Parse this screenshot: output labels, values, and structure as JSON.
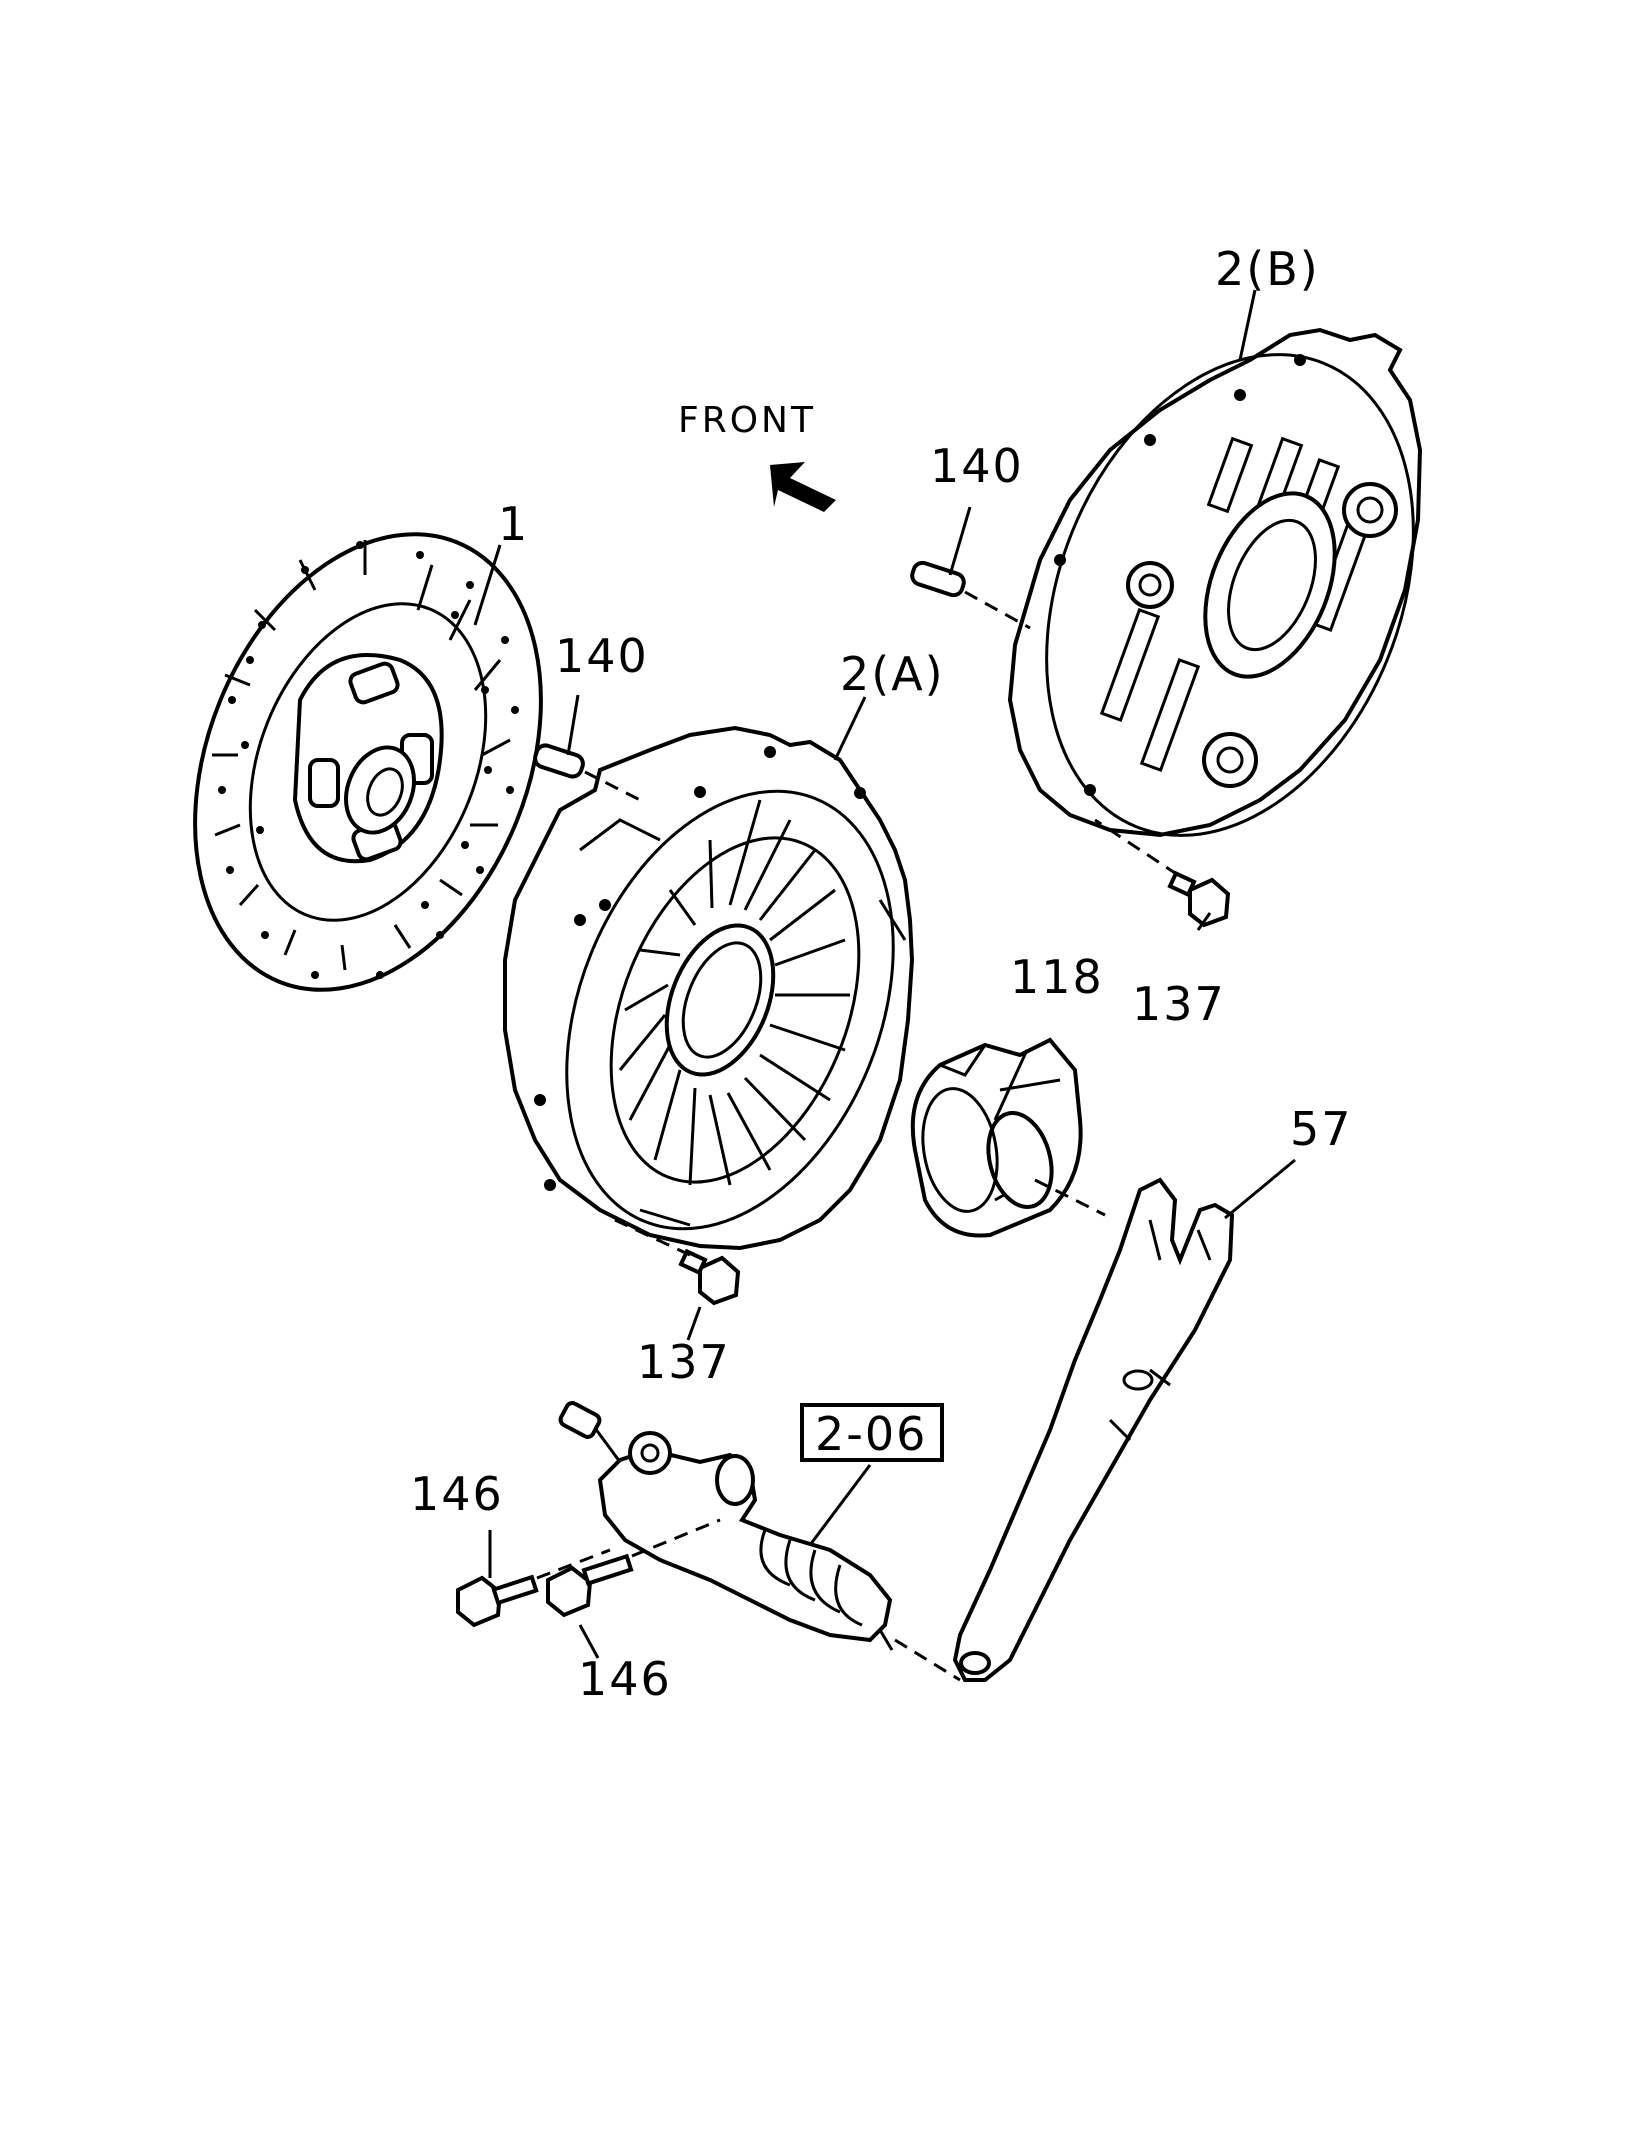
{
  "diagram": {
    "front_label": "FRONT",
    "labels": {
      "disc": "1",
      "cover_a": "2(A)",
      "cover_b": "2(B)",
      "pin_left": "140",
      "pin_right": "140",
      "bearing": "118",
      "bolt_left": "137",
      "bolt_right": "137",
      "fork": "57",
      "slave_ref": "2-06",
      "bolt_146_upper": "146",
      "bolt_146_lower": "146"
    },
    "icons": {
      "front_arrow": "arrow-up-left-icon"
    },
    "colors": {
      "line": "#000000",
      "background": "#ffffff"
    }
  }
}
